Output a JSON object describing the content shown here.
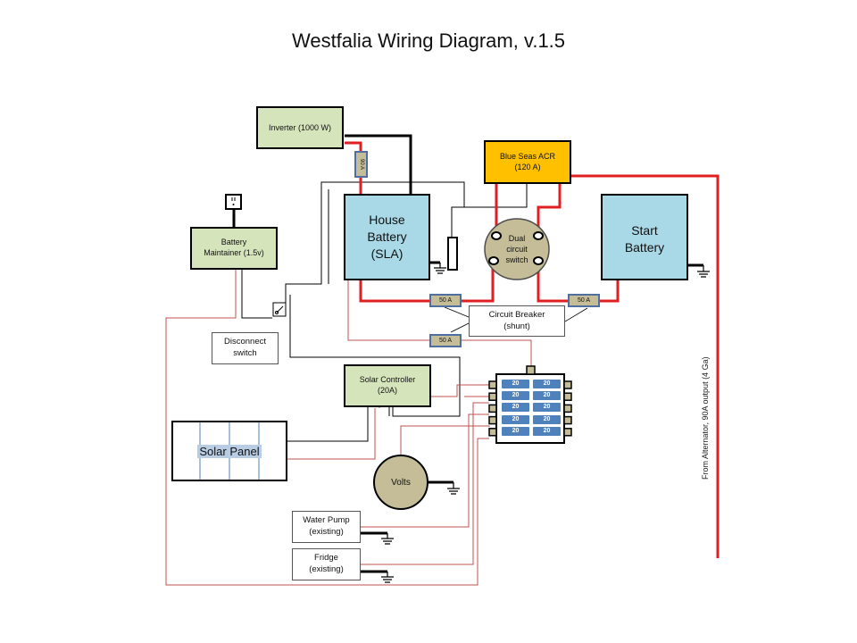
{
  "title": "Westfalia Wiring Diagram, v.1.5",
  "components": {
    "inverter": "Inverter (1000 W)",
    "inverter_fuse": "90 A",
    "blue_seas_acr": "Blue Seas ACR\n(120 A)",
    "battery_maintainer": "Battery\nMaintainer (1.5v)",
    "house_battery": "House\nBattery\n(SLA)",
    "start_battery": "Start\nBattery",
    "dual_circuit_switch": "Dual\ncircuit\nswitch",
    "disconnect_switch": "Disconnect\nswitch",
    "circuit_breaker": "Circuit Breaker\n(shunt)",
    "solar_controller": "Solar Controller\n(20A)",
    "solar_panel": "Solar Panel",
    "volts": "Volts",
    "water_pump": "Water Pump\n(existing)",
    "fridge": "Fridge\n(existing)",
    "alternator_note": "From Alternator, 90A output  (4 Ga)"
  },
  "breakers": {
    "left": "50 A",
    "right": "50 A",
    "lower": "50 A"
  },
  "fuse_block": {
    "fuses": [
      [
        "20",
        "20"
      ],
      [
        "20",
        "20"
      ],
      [
        "20",
        "20"
      ],
      [
        "20",
        "20"
      ],
      [
        "20",
        "20"
      ]
    ]
  },
  "colors": {
    "battery": "#a9d8e6",
    "acr": "#ffc000",
    "green_box": "#d6e4bc",
    "solar_panel": "#b8cce4",
    "breaker": "#c4bd97",
    "dual_switch": "#c4bd97",
    "positive_wire": "#e02020",
    "thin_red_wire": "#c0504d",
    "negative_wire": "#000000",
    "fuse": "#4f81bd"
  },
  "icons": [
    "ground-icon",
    "plug-icon",
    "switch-icon",
    "terminal-icon"
  ]
}
